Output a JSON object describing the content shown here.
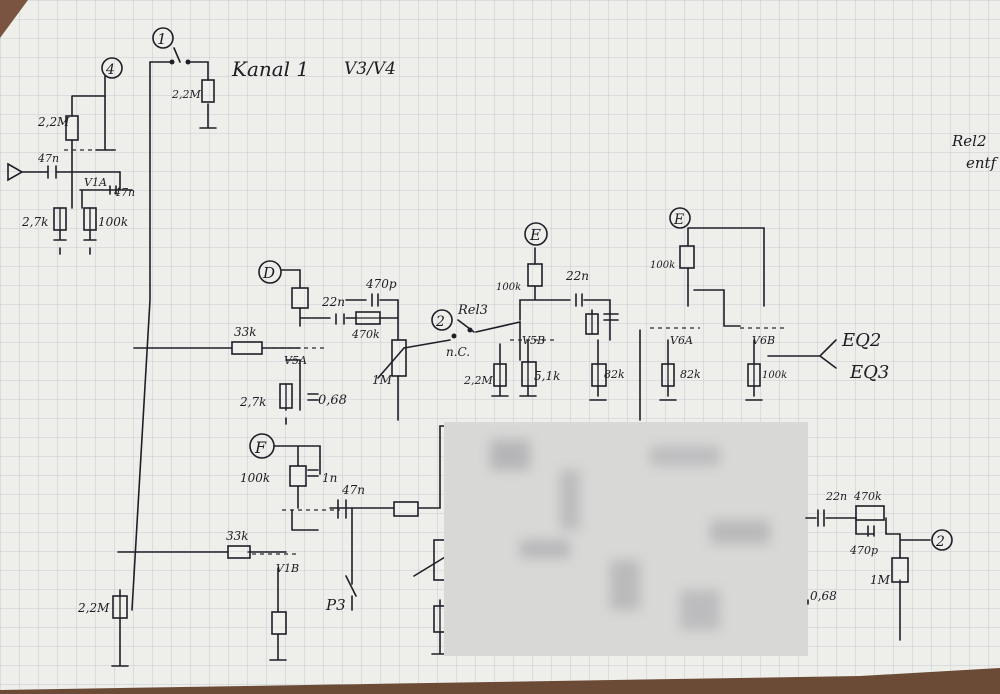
{
  "colors": {
    "paper": "#eeeeea",
    "grid": "#b9c2cc",
    "ink": "#1f1f28",
    "desk": "#6b4a36",
    "blur": "#d8d8d6"
  },
  "labels": {
    "kanal": "Kanal 1",
    "tubes_top": "V3/V4",
    "side_note_1": "Rel2",
    "side_note_2": "entf",
    "eq2": "EQ2",
    "eq3": "EQ3",
    "pot_p3": "P3",
    "rel3": "Rel3",
    "nc": "n.C."
  },
  "markers": {
    "m1": "1",
    "m4": "4",
    "mD": "D",
    "mE1": "E",
    "mE2": "E",
    "mF": "F",
    "m2a": "2",
    "m2b": "2"
  },
  "tubes": {
    "v1a_top": "V1A",
    "v5a": "V5A",
    "v5b": "V5B",
    "v6a": "V6A",
    "v6b": "V6B",
    "v1b": "V1B"
  },
  "components": {
    "r_22m_left": "2,2M",
    "c_47n_left": "47n",
    "c_47n_top": "47n",
    "r_2k_left": "2,7k",
    "r_100k_left": "100k",
    "r_22m_kanal": "2,2M",
    "c_22n_d": "22n",
    "c_470p_d": "470p",
    "r_470k_d": "470k",
    "r_33k_top": "33k",
    "pot_1m": "1M",
    "r_27k": "2,7k",
    "c_068_mid": "0,68",
    "r_100k_e": "100k",
    "c_22n_e": "22n",
    "r_22m_mid": "2,2M",
    "r_51k": "5,1k",
    "r_82k": "82k",
    "r_100k_e2": "100k",
    "r_82k_b": "82k",
    "r_100k_right": "100k",
    "r_100k_f": "100k",
    "c_1n": "1n",
    "c_47n_f": "47n",
    "r_33k_bottom": "33k",
    "r_2m_bottom": "2,2M",
    "c_22n_br": "22n",
    "r_470k_br": "470k",
    "c_470p_br": "470p",
    "c_068_br": "0,68",
    "r_1m_br": "1M"
  }
}
